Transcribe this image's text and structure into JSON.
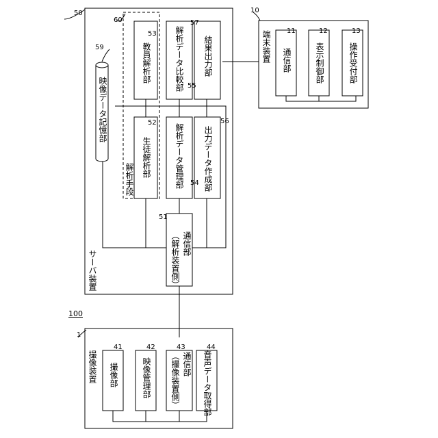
{
  "labels": {
    "system_ref": "100",
    "server_ref": "50",
    "server_title": "サーバ装置",
    "terminal_ref": "10",
    "terminal_title": "端末装置",
    "camera_ref": "1",
    "camera_title": "撮像装置",
    "analysis_ref": "60",
    "analysis_title": "解析手段",
    "storage_ref": "59",
    "storage_title": "映像データ記憶部",
    "teacher_ref": "53",
    "teacher_title": "教員解析部",
    "student_ref": "52",
    "student_title": "生徒解析部",
    "compare_ref": "57",
    "compare_title": "解析データ比較部",
    "result_ref": "55",
    "result_title": "結果出力部",
    "manage_ref": "54",
    "manage_title": "解析データ管理部",
    "output_ref": "56",
    "output_title": "出力データ作成部",
    "server_comm_ref": "51",
    "server_comm_line1": "通信部",
    "server_comm_line2": "（解析装置側）",
    "t_comm_ref": "11",
    "t_comm_title": "通信部",
    "t_display_ref": "12",
    "t_display_title": "表示制御部",
    "t_op_ref": "13",
    "t_op_title": "操作受付部",
    "c_imaging_ref": "41",
    "c_imaging_title": "撮像部",
    "c_video_ref": "42",
    "c_video_title": "映像管理部",
    "c_comm_ref": "43",
    "c_comm_line1": "通信部",
    "c_comm_line2": "（撮像装置側）",
    "c_audio_ref": "44",
    "c_audio_title": "音声データ取得部"
  }
}
